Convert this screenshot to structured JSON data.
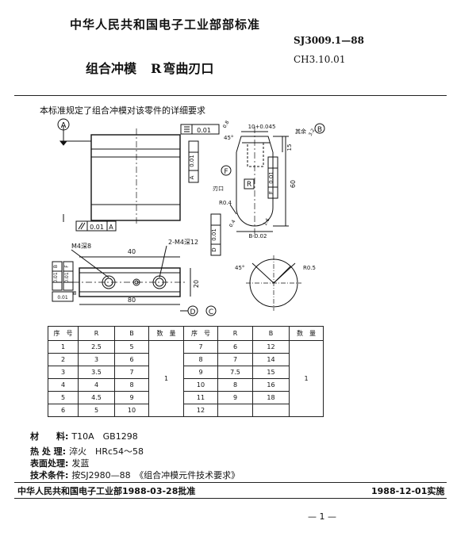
{
  "header": {
    "org_standard": "中华人民共和国电子工业部部标准",
    "std_number": "SJ3009.1—88",
    "title_prefix": "组合冲模",
    "title_r": "R",
    "title_suffix": "弯曲刃口",
    "ch_number": "CH3.10.01"
  },
  "intro": "本标准规定了组合冲模对该零件的详细要求",
  "drawing": {
    "datum_a": "A",
    "datum_b": "B",
    "datum_d": "D",
    "datum_c": "C",
    "datum_f": "F",
    "label_r": "R",
    "fc_flat": "0.01",
    "fc_perp_a": "0.01",
    "fc_par_a": "0.01",
    "fc_par_f": "0.01",
    "fc_par_d": "0.01",
    "fc_par_b": "0.01",
    "fc_par_f2": "0.01",
    "fc_par_c": "0.01",
    "dim_40": "40",
    "dim_80": "80",
    "dim_20": "20",
    "dim_60": "60",
    "dim_15": "15",
    "dim_8": "8",
    "dim_45a": "45°",
    "dim_45b": "45°",
    "dim_b": "B-0.02",
    "dim_10": "10+0.045",
    "note_m4": "M4深8",
    "note_2m": "2-M4深12",
    "note_rest": "其余",
    "note_r04": "R0.4",
    "note_r05": "R0.5",
    "note_gangluan": "刃口",
    "rough_08": "0.8",
    "rough_16": "1.6",
    "rough_04": "0.4",
    "rough_32": "3.2"
  },
  "table": {
    "headers": [
      "序　号",
      "R",
      "B",
      "数　量",
      "序　号",
      "R",
      "B",
      "数　量"
    ],
    "left_rows": [
      [
        "1",
        "2.5",
        "5"
      ],
      [
        "2",
        "3",
        "6"
      ],
      [
        "3",
        "3.5",
        "7"
      ],
      [
        "4",
        "4",
        "8"
      ],
      [
        "5",
        "4.5",
        "9"
      ],
      [
        "6",
        "5",
        "10"
      ]
    ],
    "right_rows": [
      [
        "7",
        "6",
        "12"
      ],
      [
        "8",
        "7",
        "14"
      ],
      [
        "9",
        "7.5",
        "15"
      ],
      [
        "10",
        "8",
        "16"
      ],
      [
        "11",
        "9",
        "18"
      ],
      [
        "12",
        "",
        ""
      ]
    ],
    "qty": "1"
  },
  "info": {
    "material_label": "材　　料:",
    "material_value": "T10A　GB1298",
    "heat_label": "热 处 理:",
    "heat_value": "淬火　HRc54～58",
    "surface_label": "表面处理:",
    "surface_value": "发蓝",
    "tech_label": "技术条件:",
    "tech_value": "按SJ2980—88　《组合冲模元件技术要求》"
  },
  "footer": {
    "approval": "中华人民共和国电子工业部1988-03-28批准",
    "effective": "1988-12-01实施",
    "page": "— 1 —"
  }
}
